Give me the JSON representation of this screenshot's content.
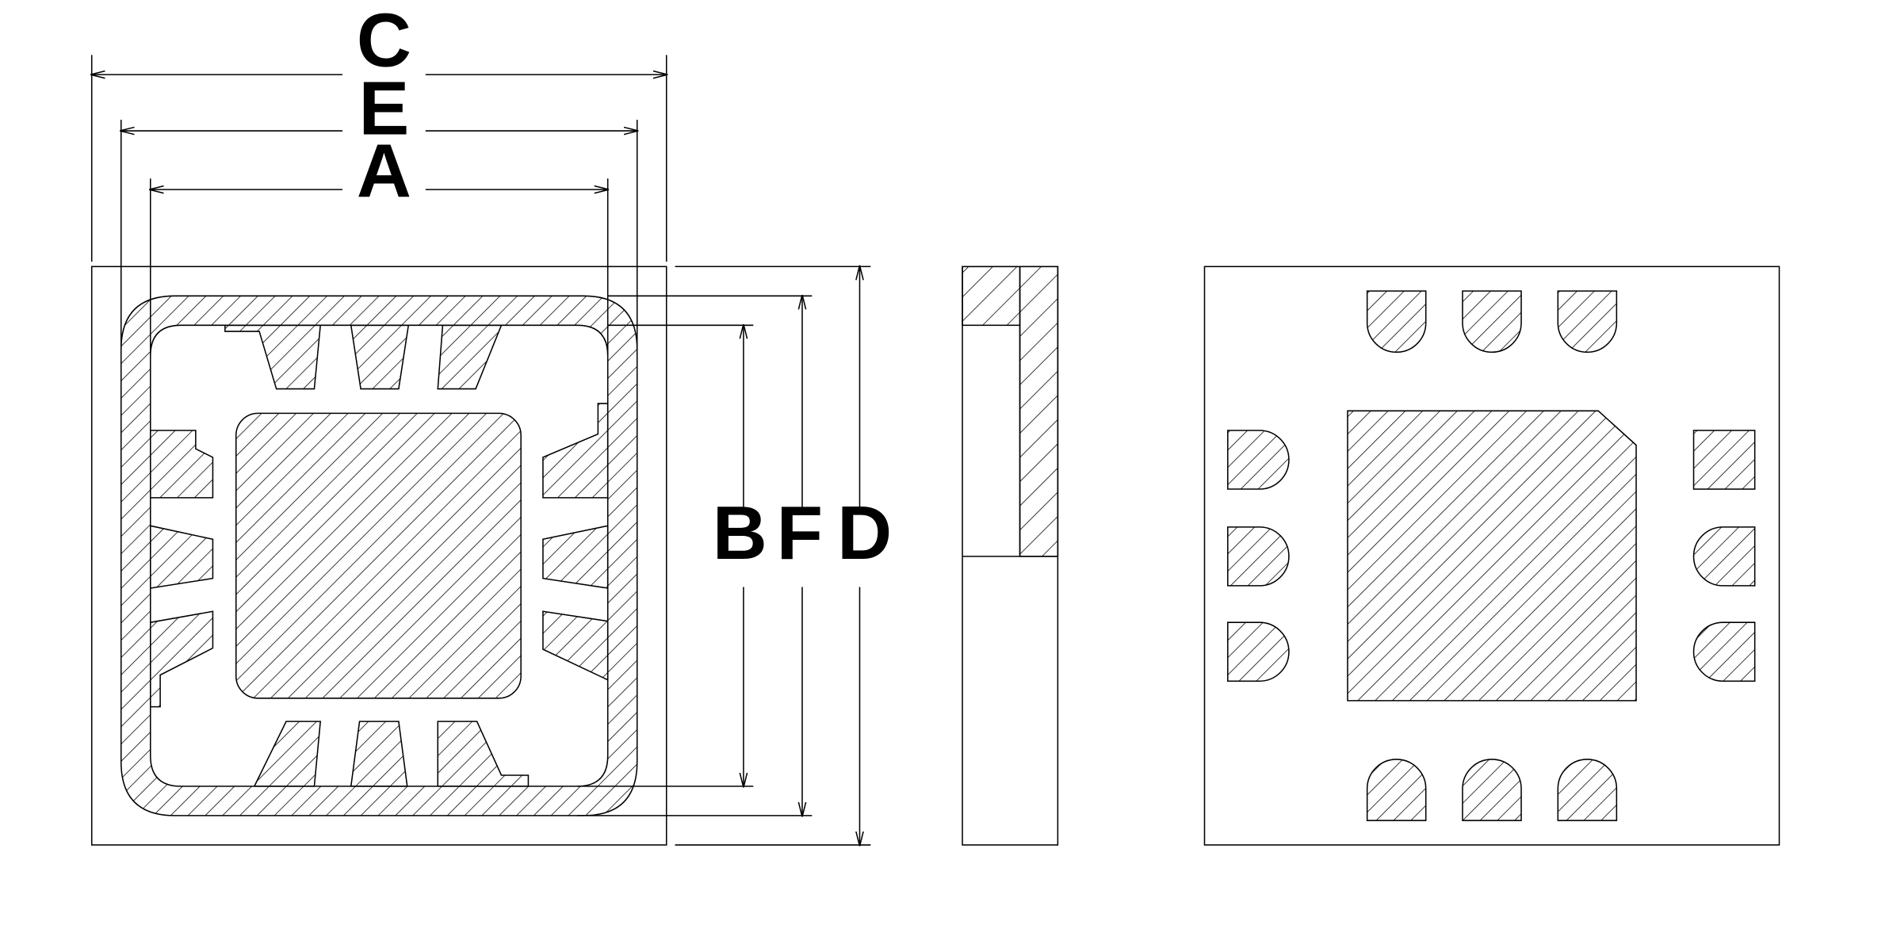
{
  "labels": {
    "c": "C",
    "e": "E",
    "a": "A",
    "b": "B",
    "f": "F",
    "d": "D"
  },
  "colors": {
    "line": "#000000",
    "background": "#ffffff"
  }
}
